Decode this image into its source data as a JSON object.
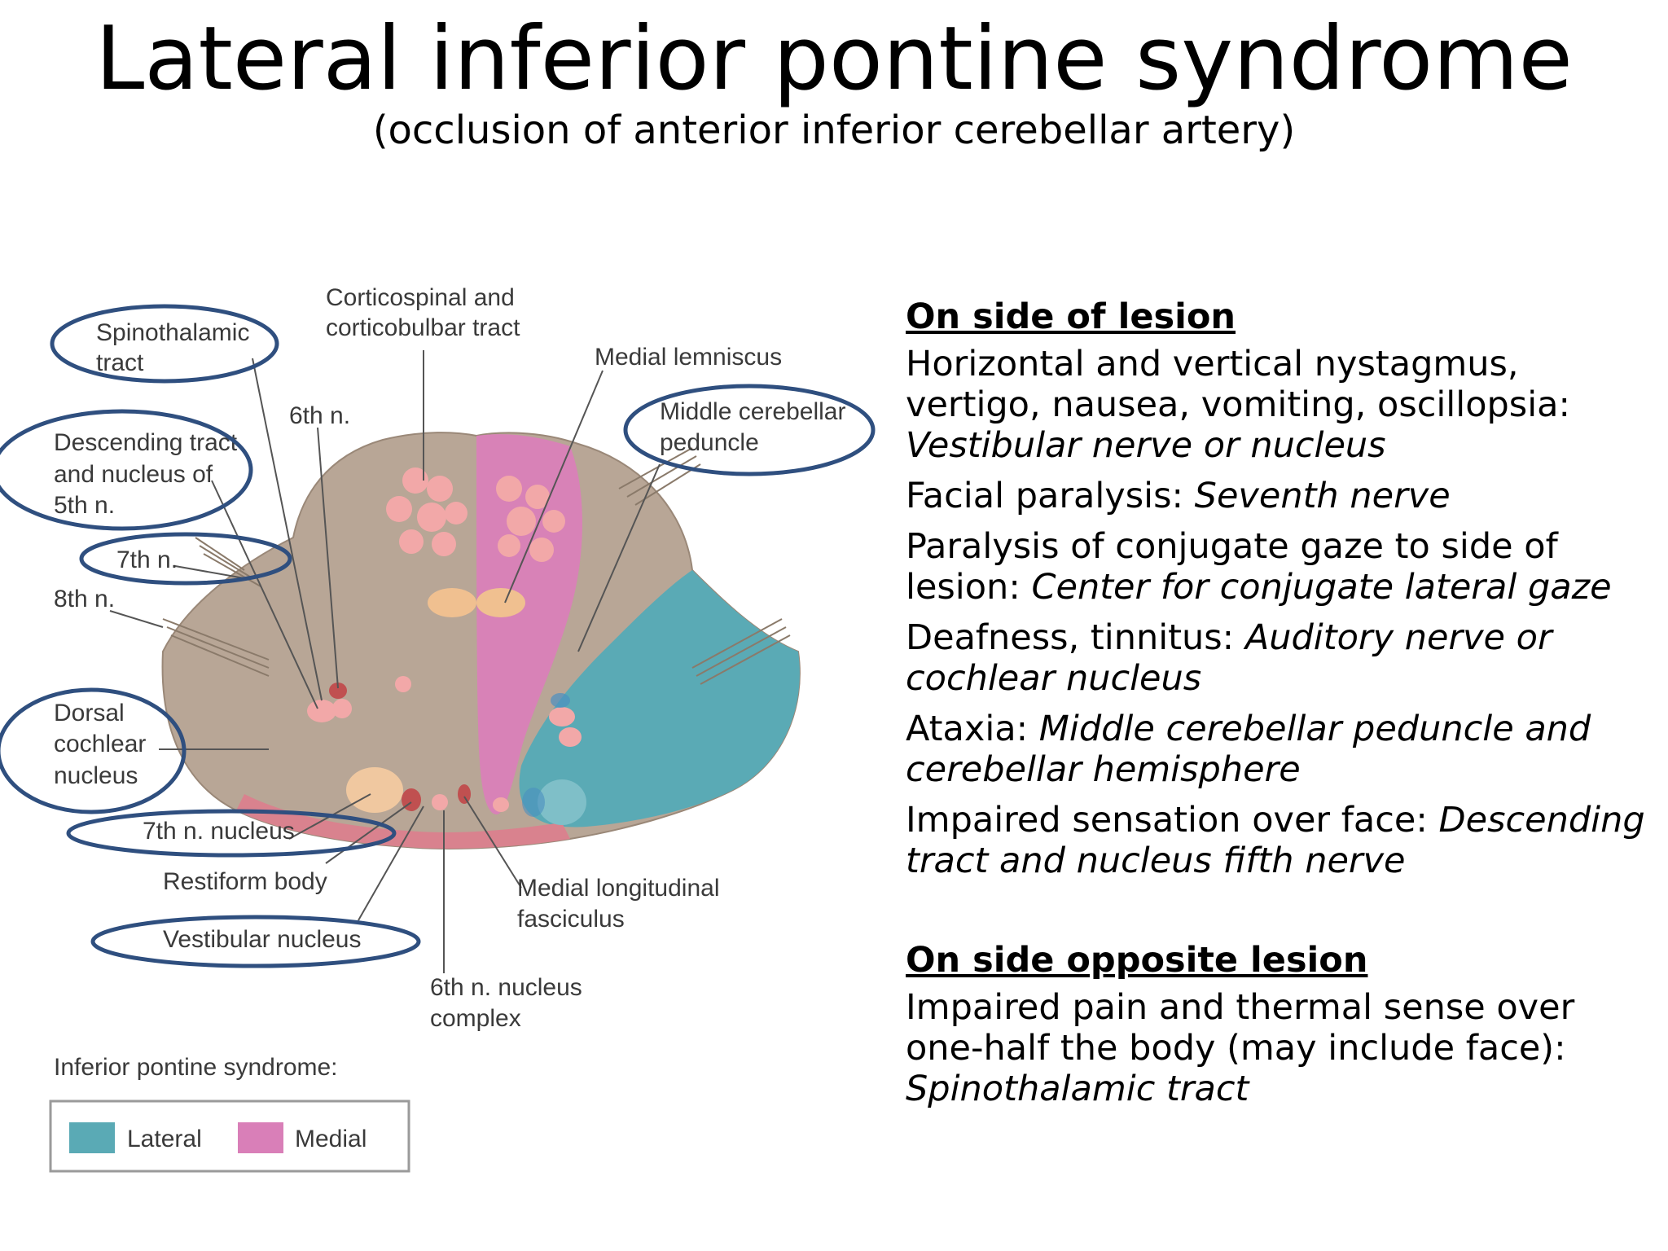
{
  "title": "Lateral inferior pontine syndrome",
  "subtitle": "(occlusion of anterior inferior cerebellar artery)",
  "diagram": {
    "labels": {
      "spinothalamic_1": "Spinothalamic",
      "spinothalamic_2": "tract",
      "corticospinal_1": "Corticospinal and",
      "corticospinal_2": "corticobulbar tract",
      "medial_lemniscus": "Medial lemniscus",
      "sixth_n": "6th n.",
      "middle_cerebellar_1": "Middle cerebellar",
      "middle_cerebellar_2": "peduncle",
      "descending_1": "Descending tract",
      "descending_2": "and nucleus of",
      "descending_3": "5th n.",
      "seventh_n": "7th n.",
      "eighth_n": "8th n.",
      "dorsal_1": "Dorsal",
      "dorsal_2": "cochlear",
      "dorsal_3": "nucleus",
      "seventh_nucleus": "7th n. nucleus",
      "restiform": "Restiform body",
      "vestibular": "Vestibular nucleus",
      "mlf_1": "Medial longitudinal",
      "mlf_2": "fasciculus",
      "sixth_complex_1": "6th n. nucleus",
      "sixth_complex_2": "complex"
    },
    "legend": {
      "title": "Inferior pontine syndrome:",
      "lateral": "Lateral",
      "medial": "Medial",
      "lateral_color": "#5aaab5",
      "medial_color": "#d97fb8"
    }
  },
  "side_of_lesion": {
    "heading": "On side of lesion",
    "items": [
      {
        "text": "Horizontal and vertical nystagmus, vertigo, nausea, vomiting, oscillopsia: ",
        "cause": "Vestibular nerve or nucleus"
      },
      {
        "text": "Facial paralysis: ",
        "cause": "Seventh nerve"
      },
      {
        "text": "Paralysis of conjugate gaze to side of lesion: ",
        "cause": "Center for conjugate lateral gaze"
      },
      {
        "text": "Deafness, tinnitus: ",
        "cause": "Auditory nerve or cochlear nucleus"
      },
      {
        "text": "Ataxia: ",
        "cause": "Middle cerebellar peduncle and cerebellar hemisphere"
      },
      {
        "text": "Impaired sensation over face: ",
        "cause": "Descending tract and nucleus fifth nerve"
      }
    ]
  },
  "side_opposite": {
    "heading": "On side opposite lesion",
    "items": [
      {
        "text": "Impaired pain and thermal sense over one-half the body (may include face): ",
        "cause": "Spinothalamic tract"
      }
    ]
  }
}
